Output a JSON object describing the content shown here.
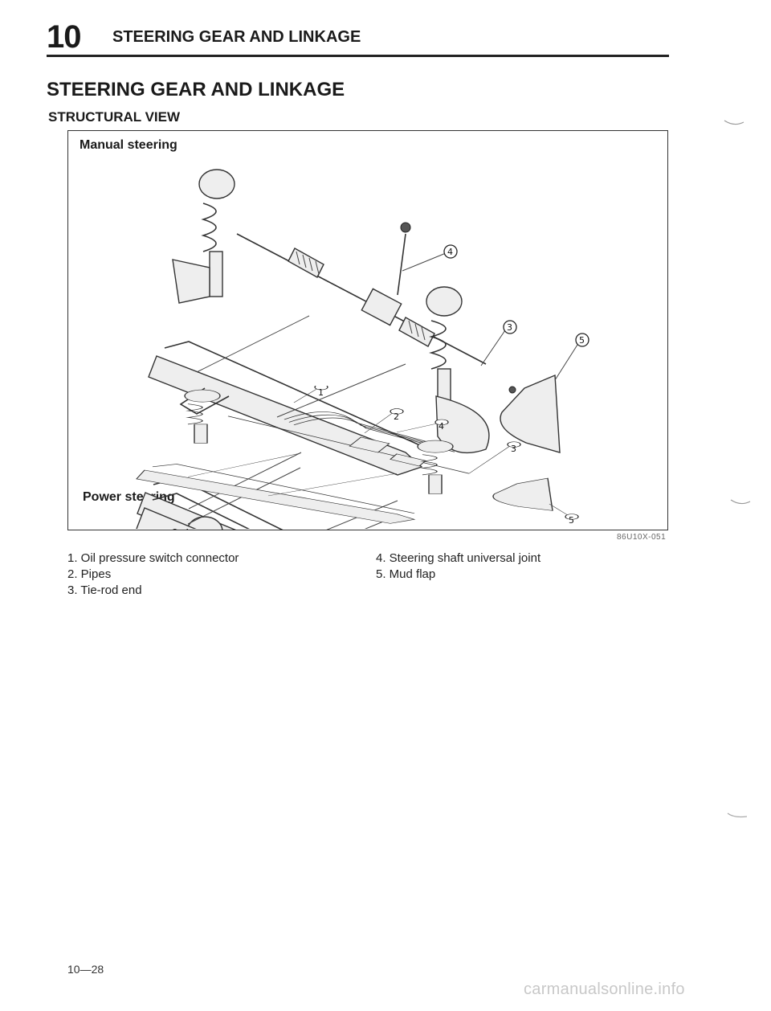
{
  "header": {
    "chapter_number": "10",
    "chapter_title": "STEERING GEAR AND LINKAGE"
  },
  "section_title": "STEERING GEAR AND LINKAGE",
  "subsection_title": "STRUCTURAL VIEW",
  "figure": {
    "manual_label": "Manual steering",
    "power_label": "Power steering",
    "code": "86U10X-051",
    "manual_callouts": [
      "3",
      "4",
      "5"
    ],
    "power_callouts": [
      "1",
      "2",
      "3",
      "4",
      "5"
    ]
  },
  "legend": {
    "left": [
      "1. Oil pressure switch connector",
      "2. Pipes",
      "3. Tie-rod end"
    ],
    "right": [
      "4. Steering shaft universal joint",
      "5. Mud flap"
    ]
  },
  "page_number": "10—28",
  "watermark": "carmanualsonline.info"
}
